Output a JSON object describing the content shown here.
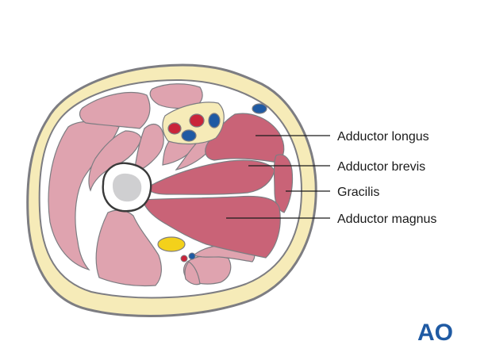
{
  "diagram": {
    "labels": {
      "adductor_longus": "Adductor longus",
      "adductor_brevis": "Adductor brevis",
      "gracilis": "Gracilis",
      "adductor_magnus": "Adductor magnus"
    },
    "logo": "AO"
  },
  "colors": {
    "fat": "#f6ebb8",
    "outline": "#7d7d82",
    "muscle_light": "#dfa3af",
    "muscle_adductor": "#c96377",
    "bone": "#ffffff",
    "marrow": "#cfcfd1",
    "artery": "#c9243a",
    "vein": "#1f5aa3",
    "nerve": "#f3d11b",
    "brand": "#1f5aa3"
  }
}
